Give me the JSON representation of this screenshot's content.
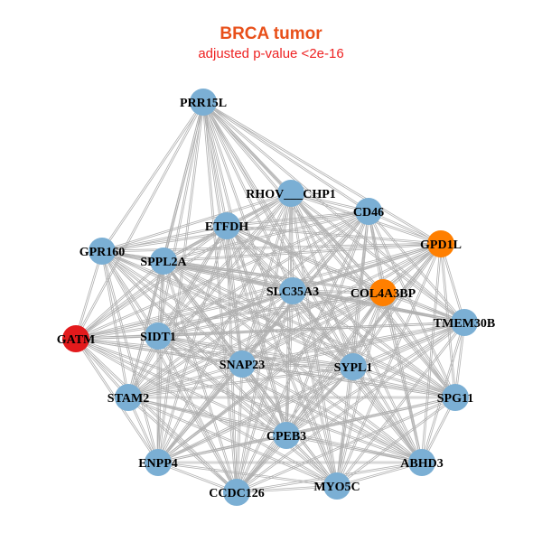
{
  "header": {
    "title": "BRCA tumor",
    "subtitle": "adjusted p-value <2e-16"
  },
  "colors": {
    "default_node": "#7bafd4",
    "highlight_orange": "#ff7f00",
    "highlight_red": "#e31a1c",
    "edge": "#b0b0b0",
    "title": "#e8501a",
    "subtitle": "#ee2222"
  },
  "nodes": [
    {
      "id": "PRR15L",
      "label": "PRR15L",
      "color": "blue"
    },
    {
      "id": "RHOV___CHP1",
      "label": "RHOV___CHP1",
      "color": "blue"
    },
    {
      "id": "CD46",
      "label": "CD46",
      "color": "blue"
    },
    {
      "id": "ETFDH",
      "label": "ETFDH",
      "color": "blue"
    },
    {
      "id": "GPD1L",
      "label": "GPD1L",
      "color": "orange"
    },
    {
      "id": "GPR160",
      "label": "GPR160",
      "color": "blue"
    },
    {
      "id": "SPPL2A",
      "label": "SPPL2A",
      "color": "blue"
    },
    {
      "id": "SLC35A3",
      "label": "SLC35A3",
      "color": "blue"
    },
    {
      "id": "COL4A3BP",
      "label": "COL4A3BP",
      "color": "orange"
    },
    {
      "id": "TMEM30B",
      "label": "TMEM30B",
      "color": "blue"
    },
    {
      "id": "GATM",
      "label": "GATM",
      "color": "red"
    },
    {
      "id": "SIDT1",
      "label": "SIDT1",
      "color": "blue"
    },
    {
      "id": "SNAP23",
      "label": "SNAP23",
      "color": "blue"
    },
    {
      "id": "SYPL1",
      "label": "SYPL1",
      "color": "blue"
    },
    {
      "id": "STAM2",
      "label": "STAM2",
      "color": "blue"
    },
    {
      "id": "SPG11",
      "label": "SPG11",
      "color": "blue"
    },
    {
      "id": "CPEB3",
      "label": "CPEB3",
      "color": "blue"
    },
    {
      "id": "ENPP4",
      "label": "ENPP4",
      "color": "blue"
    },
    {
      "id": "ABHD3",
      "label": "ABHD3",
      "color": "blue"
    },
    {
      "id": "CCDC126",
      "label": "CCDC126",
      "color": "blue"
    },
    {
      "id": "MYO5C",
      "label": "MYO5C",
      "color": "blue"
    }
  ],
  "edges": "fully-connected"
}
